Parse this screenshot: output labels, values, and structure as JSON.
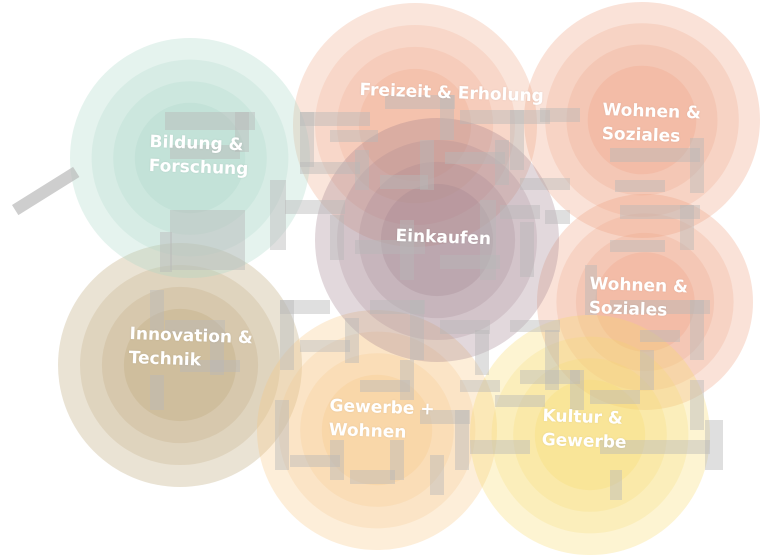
{
  "zones": [
    {
      "id": "bildung-forschung",
      "lines": [
        "Bildung &",
        "Forschung"
      ],
      "color": "#a9d6c8"
    },
    {
      "id": "freizeit-erholung",
      "lines": [
        "Freizeit & Erholung"
      ],
      "color": "#f0a888"
    },
    {
      "id": "wohnen-soziales-top",
      "lines": [
        "Wohnen &",
        "Soziales"
      ],
      "color": "#ef9f7f"
    },
    {
      "id": "einkaufen",
      "lines": [
        "Einkaufen"
      ],
      "color": "#9e7e8c"
    },
    {
      "id": "wohnen-soziales-right",
      "lines": [
        "Wohnen &",
        "Soziales"
      ],
      "color": "#ef9f7f"
    },
    {
      "id": "innovation-technik",
      "lines": [
        "Innovation &",
        "Technik"
      ],
      "color": "#b9a170"
    },
    {
      "id": "gewerbe-wohnen",
      "lines": [
        "Gewerbe +",
        "Wohnen"
      ],
      "color": "#f7c682"
    },
    {
      "id": "kultur-gewerbe",
      "lines": [
        "Kultur &",
        "Gewerbe"
      ],
      "color": "#f7dc6a"
    }
  ],
  "building_color": "#b9b9b9"
}
